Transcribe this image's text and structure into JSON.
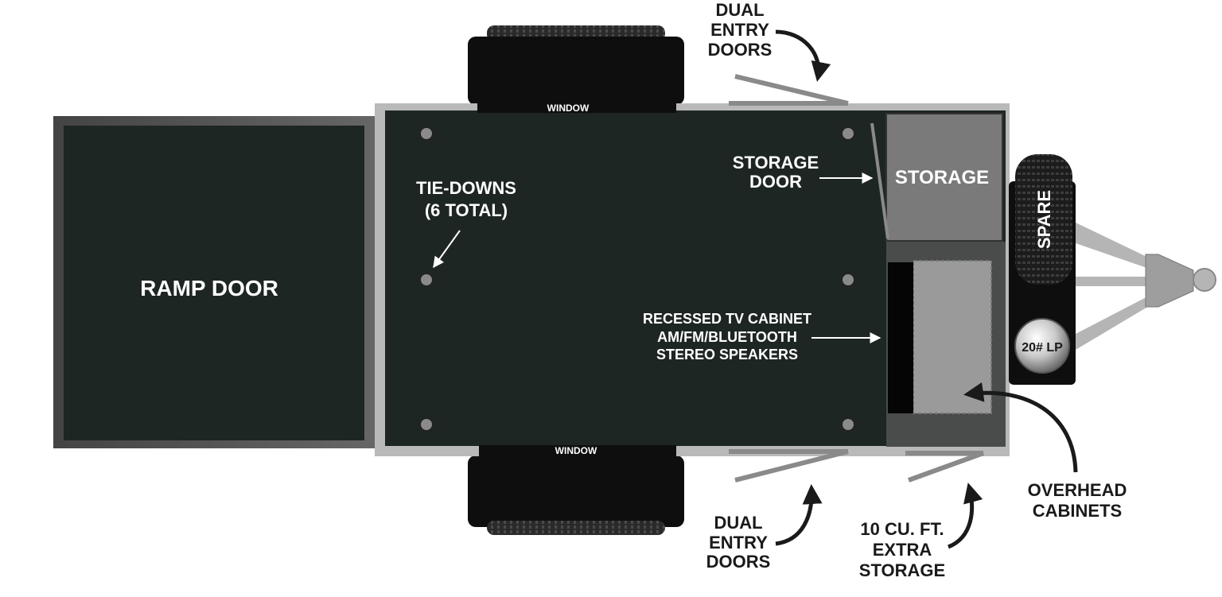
{
  "labels": {
    "ramp_door": "RAMP DOOR",
    "window_top": "WINDOW",
    "window_bottom": "WINDOW",
    "tie_downs": [
      "TIE-DOWNS",
      "(6 TOTAL)"
    ],
    "storage": "STORAGE",
    "storage_door": [
      "STORAGE",
      "DOOR"
    ],
    "spare": "SPARE",
    "lp_tank": "20# LP",
    "tv_cabinet": [
      "RECESSED TV CABINET",
      "AM/FM/BLUETOOTH",
      "STEREO SPEAKERS"
    ],
    "dual_entry_top": [
      "DUAL",
      "ENTRY",
      "DOORS"
    ],
    "dual_entry_bottom": [
      "DUAL",
      "ENTRY",
      "DOORS"
    ],
    "extra_storage": [
      "10 CU. FT.",
      "EXTRA",
      "STORAGE"
    ],
    "overhead_cabinets": [
      "OVERHEAD",
      "CABINETS"
    ]
  },
  "icons": {
    "tie_down": "tie-down-icon",
    "tire": "tire-icon",
    "lp_tank": "lp-tank-icon",
    "arrow": "arrow-icon"
  },
  "colors": {
    "floor": "#1e2624",
    "frame": "#b9b9b9",
    "storage_box": "#7a7a7a",
    "cabinet_area": "#4a4c4c",
    "cabinet_inner": "#9a9a9a",
    "tire": "#0e0e0e",
    "label_dark": "#1a1a1a",
    "label_light": "#ffffff"
  }
}
